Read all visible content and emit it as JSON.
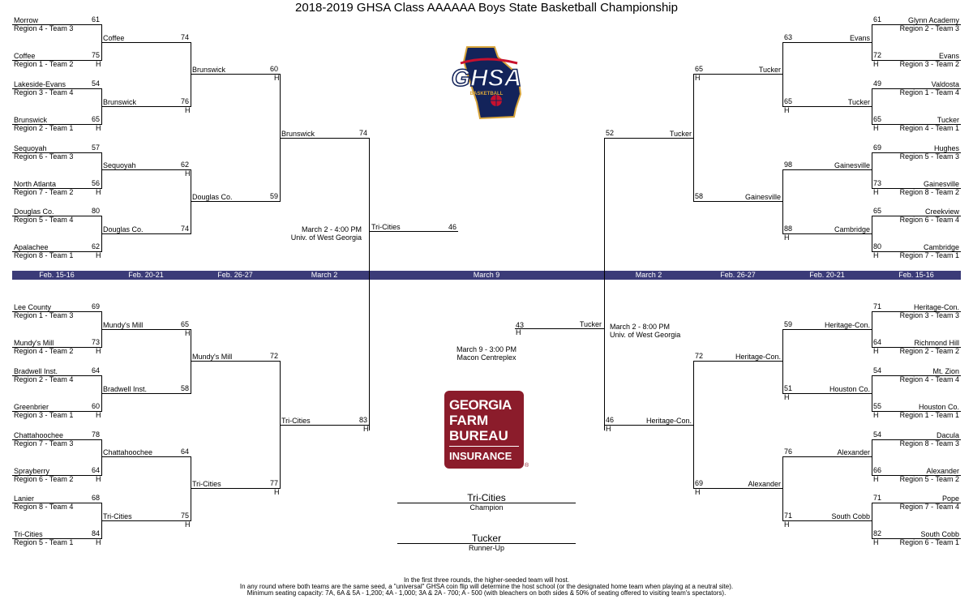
{
  "title": "2018-2019 GHSA Class AAAAAA Boys State Basketball Championship",
  "logo": {
    "text": "GHSA",
    "sub": "BASKETBALL",
    "colors": {
      "navy": "#13235a",
      "gold": "#d7a43a",
      "red": "#c8102e"
    }
  },
  "sponsor": {
    "lines": [
      "GEORGIA",
      "FARM",
      "BUREAU",
      "INSURANCE"
    ],
    "mark": "®",
    "color": "#8b1c2b"
  },
  "dates": [
    "Feb. 15-16",
    "Feb. 20-21",
    "Feb. 26-27",
    "March 2",
    "March 9",
    "March 2",
    "Feb. 26-27",
    "Feb. 20-21",
    "Feb. 15-16"
  ],
  "brackets": [
    {
      "id": "tl",
      "side": "left",
      "half": "top",
      "r1": [
        {
          "a": {
            "name": "Morrow",
            "seed": "Region 4 - Team 3",
            "score": "61"
          },
          "b": {
            "name": "Coffee",
            "seed": "Region 1 - Team 2",
            "score": "75"
          },
          "host": "b"
        },
        {
          "a": {
            "name": "Lakeside-Evans",
            "seed": "Region 3 - Team 4",
            "score": "54"
          },
          "b": {
            "name": "Brunswick",
            "seed": "Region 2 - Team 1",
            "score": "65"
          },
          "host": "b"
        },
        {
          "a": {
            "name": "Sequoyah",
            "seed": "Region 6 - Team 3",
            "score": "57"
          },
          "b": {
            "name": "North Atlanta",
            "seed": "Region 7 - Team 2",
            "score": "56"
          },
          "host": "b"
        },
        {
          "a": {
            "name": "Douglas Co.",
            "seed": "Region 5 - Team 4",
            "score": "80"
          },
          "b": {
            "name": "Apalachee",
            "seed": "Region 8 - Team 1",
            "score": "62"
          },
          "host": "b"
        }
      ],
      "r2": [
        {
          "a": {
            "name": "Coffee",
            "score": "74"
          },
          "b": {
            "name": "Brunswick",
            "score": "76"
          },
          "host": "b"
        },
        {
          "a": {
            "name": "Sequoyah",
            "score": "62"
          },
          "b": {
            "name": "Douglas Co.",
            "score": "74"
          },
          "host": "a"
        }
      ],
      "r3": {
        "a": {
          "name": "Brunswick",
          "score": "60"
        },
        "b": {
          "name": "Douglas Co.",
          "score": "59"
        },
        "host": "a"
      },
      "r4": {
        "name": "Brunswick",
        "score": "74"
      }
    },
    {
      "id": "bl",
      "side": "left",
      "half": "bottom",
      "r1": [
        {
          "a": {
            "name": "Lee County",
            "seed": "Region 1 - Team 3",
            "score": "69"
          },
          "b": {
            "name": "Mundy's Mill",
            "seed": "Region 4 - Team 2",
            "score": "73"
          },
          "host": "b"
        },
        {
          "a": {
            "name": "Bradwell Inst.",
            "seed": "Region 2 - Team 4",
            "score": "64"
          },
          "b": {
            "name": "Greenbrier",
            "seed": "Region 3 - Team 1",
            "score": "60"
          },
          "host": "b"
        },
        {
          "a": {
            "name": "Chattahoochee",
            "seed": "Region 7 - Team 3",
            "score": "78"
          },
          "b": {
            "name": "Sprayberry",
            "seed": "Region 6 - Team 2",
            "score": "64"
          },
          "host": "b"
        },
        {
          "a": {
            "name": "Lanier",
            "seed": "Region 8 - Team 4",
            "score": "68"
          },
          "b": {
            "name": "Tri-Cities",
            "seed": "Region 5 - Team 1",
            "score": "84"
          },
          "host": "b"
        }
      ],
      "r2": [
        {
          "a": {
            "name": "Mundy's Mill",
            "score": "65"
          },
          "b": {
            "name": "Bradwell Inst.",
            "score": "58"
          },
          "host": "a"
        },
        {
          "a": {
            "name": "Chattahoochee",
            "score": "64"
          },
          "b": {
            "name": "Tri-Cities",
            "score": "75"
          },
          "host": "b"
        }
      ],
      "r3": {
        "a": {
          "name": "Mundy's Mill",
          "score": "72"
        },
        "b": {
          "name": "Tri-Cities",
          "score": "77"
        },
        "host": "b"
      },
      "r4": {
        "name": "Tri-Cities",
        "score": "83"
      }
    },
    {
      "id": "tr",
      "side": "right",
      "half": "top",
      "r1": [
        {
          "a": {
            "name": "Glynn Academy",
            "seed": "Region 2 - Team 3",
            "score": "61"
          },
          "b": {
            "name": "Evans",
            "seed": "Region 3 - Team 2",
            "score": "72"
          },
          "host": "b"
        },
        {
          "a": {
            "name": "Valdosta",
            "seed": "Region 1 - Team 4",
            "score": "49"
          },
          "b": {
            "name": "Tucker",
            "seed": "Region 4 - Team 1",
            "score": "65"
          },
          "host": "b"
        },
        {
          "a": {
            "name": "Hughes",
            "seed": "Region 5 - Team 3",
            "score": "69"
          },
          "b": {
            "name": "Gainesville",
            "seed": "Region 8 - Team 2",
            "score": "73"
          },
          "host": "b"
        },
        {
          "a": {
            "name": "Creekview",
            "seed": "Region 6 - Team 4",
            "score": "65"
          },
          "b": {
            "name": "Cambridge",
            "seed": "Region 7 - Team 1",
            "score": "80"
          },
          "host": "b"
        }
      ],
      "r2": [
        {
          "a": {
            "name": "Evans",
            "score": "63"
          },
          "b": {
            "name": "Tucker",
            "score": "65"
          },
          "host": "b"
        },
        {
          "a": {
            "name": "Gainesville",
            "score": "98"
          },
          "b": {
            "name": "Cambridge",
            "score": "88"
          },
          "host": "b"
        }
      ],
      "r3": {
        "a": {
          "name": "Tucker",
          "score": "65"
        },
        "b": {
          "name": "Gainesville",
          "score": "58"
        },
        "host": "a"
      },
      "r4": {
        "name": "Tucker",
        "score": "52"
      }
    },
    {
      "id": "br",
      "side": "right",
      "half": "bottom",
      "r1": [
        {
          "a": {
            "name": "Heritage-Con.",
            "seed": "Region 3 - Team 3",
            "score": "71"
          },
          "b": {
            "name": "Richmond Hill",
            "seed": "Region 2 - Team 2",
            "score": "64"
          },
          "host": "b"
        },
        {
          "a": {
            "name": "Mt. Zion",
            "seed": "Region 4 - Team 4",
            "score": "54"
          },
          "b": {
            "name": "Houston Co.",
            "seed": "Region 1 - Team 1",
            "score": "55"
          },
          "host": "b"
        },
        {
          "a": {
            "name": "Dacula",
            "seed": "Region 8 - Team 3",
            "score": "54"
          },
          "b": {
            "name": "Alexander",
            "seed": "Region 5 - Team 2",
            "score": "66"
          },
          "host": "b"
        },
        {
          "a": {
            "name": "Pope",
            "seed": "Region 7 - Team 4",
            "score": "71"
          },
          "b": {
            "name": "South Cobb",
            "seed": "Region 6 - Team 1",
            "score": "82"
          },
          "host": "b"
        }
      ],
      "r2": [
        {
          "a": {
            "name": "Heritage-Con.",
            "score": "59"
          },
          "b": {
            "name": "Houston Co.",
            "score": "51"
          },
          "host": "b"
        },
        {
          "a": {
            "name": "Alexander",
            "score": "76"
          },
          "b": {
            "name": "South Cobb",
            "score": "71"
          },
          "host": "b"
        }
      ],
      "r3": {
        "a": {
          "name": "Heritage-Con.",
          "score": "72"
        },
        "b": {
          "name": "Alexander",
          "score": "69"
        },
        "host": "b"
      },
      "r4": {
        "name": "Heritage-Con.",
        "score": "46"
      }
    }
  ],
  "semis": {
    "left": {
      "info": [
        "March 2 - 4:00 PM",
        "Univ. of West Georgia"
      ],
      "winner": "Tri-Cities",
      "score": "46"
    },
    "right": {
      "info": [
        "March 2 - 8:00 PM",
        "Univ. of West Georgia"
      ],
      "winner": "Tucker",
      "score": "43"
    }
  },
  "final": {
    "info": [
      "March 9 - 3:00 PM",
      "Macon Centreplex"
    ]
  },
  "champion": {
    "name": "Tri-Cities",
    "label": "Champion"
  },
  "runnerup": {
    "name": "Tucker",
    "label": "Runner-Up"
  },
  "host_mark": "H",
  "notes": [
    "In the first three rounds, the higher-seeded team will host.",
    "In any round where both teams are the same seed, a \"universal\" GHSA coin flip will determine the host school (or the designated home team when playing at a neutral site).",
    "Minimum seating capacity: 7A, 6A & 5A - 1,200; 4A - 1,000; 3A & 2A - 700; A - 500 (with bleachers on both sides & 50% of seating offered to visiting team's spectators)."
  ]
}
